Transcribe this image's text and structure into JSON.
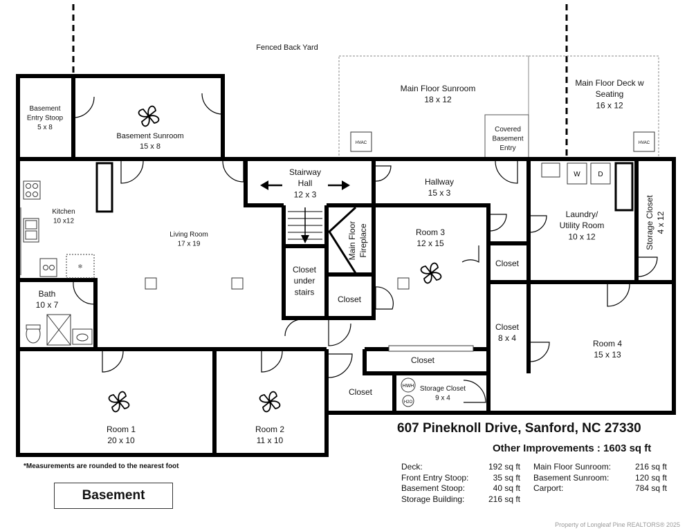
{
  "plan": {
    "yard_label": "Fenced Back Yard",
    "rooms": {
      "entry_stoop": {
        "name": "Basement\nEntry Stoop",
        "dim": "5 x 8"
      },
      "basement_sunroom": {
        "name": "Basement Sunroom",
        "dim": "15 x 8"
      },
      "main_sunroom": {
        "name": "Main Floor Sunroom",
        "dim": "18 x 12"
      },
      "covered_entry": {
        "name": "Covered\nBasement\nEntry"
      },
      "main_deck": {
        "name": "Main Floor Deck w\nSeating",
        "dim": "16 x 12"
      },
      "kitchen": {
        "name": "Kitchen",
        "dim": "10 x12"
      },
      "living_room": {
        "name": "Living Room",
        "dim": "17 x 19"
      },
      "stairway_hall": {
        "name": "Stairway\nHall",
        "dim": "12 x 3"
      },
      "hallway": {
        "name": "Hallway",
        "dim": "15 x 3"
      },
      "laundry": {
        "name": "Laundry/\nUtility Room",
        "dim": "10 x 12"
      },
      "storage_closet_v": {
        "name": "Storage Closet",
        "dim": "4 x 12"
      },
      "fireplace": {
        "name": "Main Floor\nFireplace"
      },
      "room3": {
        "name": "Room 3",
        "dim": "12 x 15"
      },
      "closet_under_stairs": {
        "name": "Closet\nunder\nstairs"
      },
      "closet_a": {
        "name": "Closet"
      },
      "closet_b": {
        "name": "Closet"
      },
      "closet_c": {
        "name": "Closet",
        "dim": "8 x 4"
      },
      "closet_d": {
        "name": "Closet"
      },
      "closet_e": {
        "name": "Closet"
      },
      "bath": {
        "name": "Bath",
        "dim": "10 x 7"
      },
      "room4": {
        "name": "Room 4",
        "dim": "15 x 13"
      },
      "room1": {
        "name": "Room 1",
        "dim": "20 x 10"
      },
      "room2": {
        "name": "Room 2",
        "dim": "11 x 10"
      },
      "storage_closet": {
        "name": "Storage Closet",
        "dim": "9 x 4"
      }
    },
    "fixtures": {
      "hvac": "HVAC",
      "washer": "W",
      "dryer": "D",
      "hwh": "HWH",
      "h2o": "H2O"
    }
  },
  "address": "607 Pineknoll Drive, Sanford, NC 27330",
  "other_improvements": {
    "title": "Other Improvements : 1603 sq ft",
    "left": [
      {
        "label": "Deck:",
        "value": "192 sq ft"
      },
      {
        "label": "Front Entry Stoop:",
        "value": "35 sq ft"
      },
      {
        "label": "Basement Stoop:",
        "value": "40 sq ft"
      },
      {
        "label": "Storage Building:",
        "value": "216 sq ft"
      }
    ],
    "right": [
      {
        "label": "Main Floor Sunroom:",
        "value": "216 sq ft"
      },
      {
        "label": "Basement Sunroom:",
        "value": "120 sq ft"
      },
      {
        "label": "Carport:",
        "value": "784 sq ft"
      }
    ]
  },
  "note": "*Measurements are rounded to the nearest foot",
  "floor_label": "Basement",
  "copyright": "Property of Longleaf Pine REALTORS® 2025"
}
